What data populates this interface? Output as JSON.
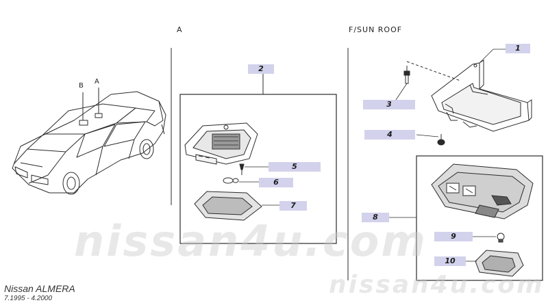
{
  "headers": {
    "view_a": "A",
    "sunroof": "F/SUN ROOF"
  },
  "car_labels": {
    "b": "B",
    "a": "A"
  },
  "parts": [
    {
      "number": "1"
    },
    {
      "number": "2"
    },
    {
      "number": "3"
    },
    {
      "number": "4"
    },
    {
      "number": "5"
    },
    {
      "number": "6"
    },
    {
      "number": "7"
    },
    {
      "number": "8"
    },
    {
      "number": "9"
    },
    {
      "number": "10"
    }
  ],
  "footer": {
    "model": "Nissan ALMERA",
    "period": "7.1995 - 4.2000"
  },
  "watermark": {
    "text": "nissan4u.com"
  },
  "colors": {
    "tag_fill": "#d2d2ec",
    "line": "#2a2a2a",
    "watermark": "#c8c8c8"
  }
}
